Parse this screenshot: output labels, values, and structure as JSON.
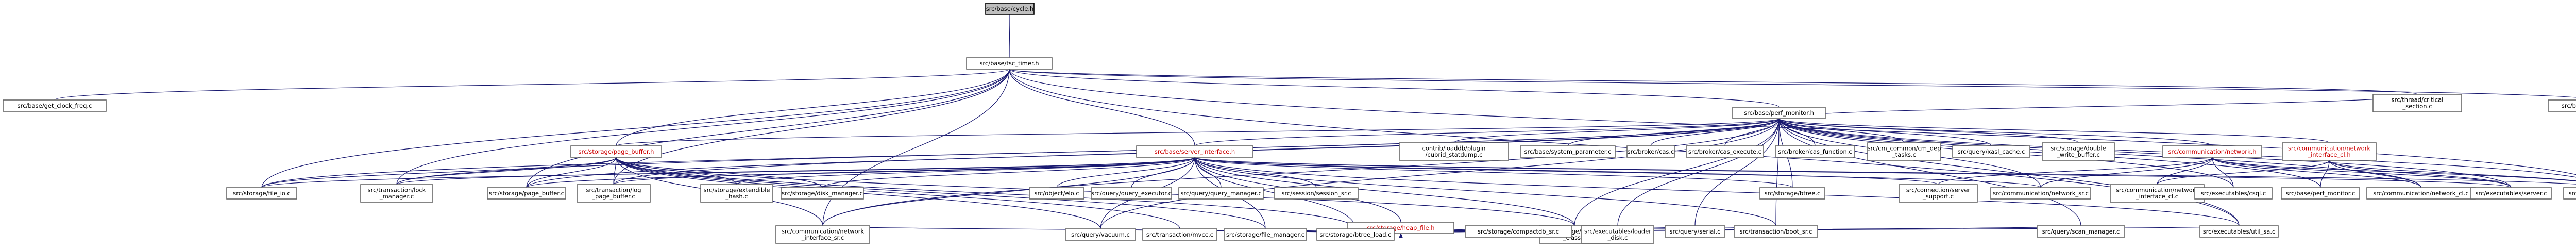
{
  "graph": {
    "colors": {
      "edge": "#191970",
      "node_border": "#666666",
      "root_fill": "#bfbfbf",
      "red_label": "#cc0000"
    },
    "nodes": [
      {
        "id": "n0",
        "lines": [
          "src/base/cycle.h"
        ],
        "root": true
      },
      {
        "id": "n1",
        "lines": [
          "src/base/tsc_timer.h"
        ]
      },
      {
        "id": "n2",
        "lines": [
          "src/base/get_clock_freq.c"
        ]
      },
      {
        "id": "n3",
        "lines": [
          "src/base/perf_monitor.h"
        ]
      },
      {
        "id": "n4",
        "lines": [
          "src/base/tsc_timer.c"
        ]
      },
      {
        "id": "n5",
        "lines": [
          "src/storage/page_buffer.h"
        ],
        "red": true
      },
      {
        "id": "n6",
        "lines": [
          "src/base/server_interface.h"
        ],
        "red": true
      },
      {
        "id": "n7",
        "lines": [
          "contrib/loaddb/plugin",
          "/cubrid_statdump.c"
        ]
      },
      {
        "id": "n8",
        "lines": [
          "src/base/system_parameter.c"
        ]
      },
      {
        "id": "n9",
        "lines": [
          "src/broker/cas.c"
        ]
      },
      {
        "id": "n10",
        "lines": [
          "src/broker/cas_execute.c"
        ]
      },
      {
        "id": "n11",
        "lines": [
          "src/broker/cas_function.c"
        ]
      },
      {
        "id": "n12",
        "lines": [
          "src/cm_common/cm_dep",
          "_tasks.c"
        ]
      },
      {
        "id": "n13",
        "lines": [
          "src/query/xasl_cache.c"
        ]
      },
      {
        "id": "n14",
        "lines": [
          "src/storage/double",
          "_write_buffer.c"
        ]
      },
      {
        "id": "n15",
        "lines": [
          "src/communication/network.h"
        ],
        "red": true
      },
      {
        "id": "n16",
        "lines": [
          "src/communication/network",
          "_interface_cl.h"
        ],
        "red": true
      },
      {
        "id": "n17",
        "lines": [
          "src/thread/critical",
          "_section.c"
        ]
      },
      {
        "id": "n18",
        "lines": [
          "src/storage/file_io.c"
        ]
      },
      {
        "id": "n19",
        "lines": [
          "src/transaction/lock",
          "_manager.c"
        ]
      },
      {
        "id": "n20",
        "lines": [
          "src/storage/page_buffer.c"
        ]
      },
      {
        "id": "n21",
        "lines": [
          "src/transaction/log",
          "_page_buffer.c"
        ]
      },
      {
        "id": "n22",
        "lines": [
          "src/storage/extendible",
          "_hash.c"
        ]
      },
      {
        "id": "n23",
        "lines": [
          "src/storage/disk_manager.c"
        ]
      },
      {
        "id": "n24",
        "lines": [
          "src/object/elo.c"
        ]
      },
      {
        "id": "n25",
        "lines": [
          "src/query/query_executor.c"
        ]
      },
      {
        "id": "n26",
        "lines": [
          "src/query/query_manager.c"
        ]
      },
      {
        "id": "n27",
        "lines": [
          "src/session/session_sr.c"
        ]
      },
      {
        "id": "n28",
        "lines": [
          "src/storage/heap_file.h"
        ],
        "red": true
      },
      {
        "id": "n29",
        "lines": [
          "src/storage/btree.c"
        ]
      },
      {
        "id": "n30",
        "lines": [
          "src/connection/server",
          "_support.c"
        ]
      },
      {
        "id": "n31",
        "lines": [
          "src/communication/network_sr.c"
        ]
      },
      {
        "id": "n32",
        "lines": [
          "src/communication/network",
          "_interface_cl.c"
        ]
      },
      {
        "id": "n33",
        "lines": [
          "src/executables/csql.c"
        ]
      },
      {
        "id": "n34",
        "lines": [
          "src/base/perf_monitor.c"
        ]
      },
      {
        "id": "n35",
        "lines": [
          "src/communication/network_cl.c"
        ]
      },
      {
        "id": "n36",
        "lines": [
          "src/executables/server.c"
        ]
      },
      {
        "id": "n37",
        "lines": [
          "src/transaction/boot_cl.c"
        ]
      },
      {
        "id": "n38",
        "lines": [
          "src/communication/network",
          "_interface_sr.c"
        ]
      },
      {
        "id": "n39",
        "lines": [
          "src/query/vacuum.c"
        ]
      },
      {
        "id": "n40",
        "lines": [
          "src/transaction/mvcc.c"
        ]
      },
      {
        "id": "n41",
        "lines": [
          "src/storage/file_manager.c"
        ]
      },
      {
        "id": "n42",
        "lines": [
          "src/storage/btree_load.c"
        ]
      },
      {
        "id": "n43",
        "lines": [
          "src/storage/catalog",
          "_class.c"
        ]
      },
      {
        "id": "n44",
        "lines": [
          "src/storage/compactdb_sr.c"
        ]
      },
      {
        "id": "n45",
        "lines": [
          "src/executables/loader",
          "_disk.c"
        ]
      },
      {
        "id": "n46",
        "lines": [
          "src/query/serial.c"
        ]
      },
      {
        "id": "n47",
        "lines": [
          "src/transaction/boot_sr.c"
        ]
      },
      {
        "id": "n48",
        "lines": [
          "src/query/scan_manager.c"
        ]
      },
      {
        "id": "n49",
        "lines": [
          "src/executables/util_sa.c"
        ]
      }
    ],
    "edges": [
      [
        "n0",
        "n1"
      ],
      [
        "n1",
        "n2"
      ],
      [
        "n1",
        "n3"
      ],
      [
        "n1",
        "n4"
      ],
      [
        "n1",
        "n5"
      ],
      [
        "n1",
        "n6"
      ],
      [
        "n1",
        "n18"
      ],
      [
        "n1",
        "n19"
      ],
      [
        "n1",
        "n20"
      ],
      [
        "n1",
        "n21"
      ],
      [
        "n1",
        "n17"
      ],
      [
        "n1",
        "n37"
      ],
      [
        "n1",
        "n38"
      ],
      [
        "n1",
        "n49"
      ],
      [
        "n3",
        "n5"
      ],
      [
        "n3",
        "n6"
      ],
      [
        "n3",
        "n7"
      ],
      [
        "n3",
        "n8"
      ],
      [
        "n3",
        "n9"
      ],
      [
        "n3",
        "n10"
      ],
      [
        "n3",
        "n11"
      ],
      [
        "n3",
        "n12"
      ],
      [
        "n3",
        "n13"
      ],
      [
        "n3",
        "n14"
      ],
      [
        "n3",
        "n15"
      ],
      [
        "n3",
        "n16"
      ],
      [
        "n3",
        "n17"
      ],
      [
        "n3",
        "n18"
      ],
      [
        "n3",
        "n19"
      ],
      [
        "n3",
        "n20"
      ],
      [
        "n3",
        "n21"
      ],
      [
        "n3",
        "n33"
      ],
      [
        "n3",
        "n34"
      ],
      [
        "n3",
        "n35"
      ],
      [
        "n3",
        "n36"
      ],
      [
        "n3",
        "n37"
      ],
      [
        "n3",
        "n38"
      ],
      [
        "n3",
        "n39"
      ],
      [
        "n3",
        "n43"
      ],
      [
        "n3",
        "n45"
      ],
      [
        "n3",
        "n46"
      ],
      [
        "n3",
        "n47"
      ],
      [
        "n3",
        "n48"
      ],
      [
        "n3",
        "n49"
      ],
      [
        "n3",
        "n29"
      ],
      [
        "n3",
        "n31"
      ],
      [
        "n5",
        "n18"
      ],
      [
        "n5",
        "n19"
      ],
      [
        "n5",
        "n20"
      ],
      [
        "n5",
        "n21"
      ],
      [
        "n5",
        "n22"
      ],
      [
        "n5",
        "n23"
      ],
      [
        "n5",
        "n38"
      ],
      [
        "n5",
        "n39"
      ],
      [
        "n5",
        "n40"
      ],
      [
        "n5",
        "n41"
      ],
      [
        "n5",
        "n42"
      ],
      [
        "n5",
        "n43"
      ],
      [
        "n6",
        "n18"
      ],
      [
        "n6",
        "n19"
      ],
      [
        "n6",
        "n20"
      ],
      [
        "n6",
        "n21"
      ],
      [
        "n6",
        "n22"
      ],
      [
        "n6",
        "n23"
      ],
      [
        "n6",
        "n24"
      ],
      [
        "n6",
        "n25"
      ],
      [
        "n6",
        "n26"
      ],
      [
        "n6",
        "n27"
      ],
      [
        "n6",
        "n28"
      ],
      [
        "n6",
        "n29"
      ],
      [
        "n6",
        "n30"
      ],
      [
        "n6",
        "n31"
      ],
      [
        "n6",
        "n36"
      ],
      [
        "n6",
        "n37"
      ],
      [
        "n6",
        "n38"
      ],
      [
        "n6",
        "n39"
      ],
      [
        "n6",
        "n41"
      ],
      [
        "n6",
        "n42"
      ],
      [
        "n6",
        "n43"
      ],
      [
        "n6",
        "n47"
      ],
      [
        "n6",
        "n49"
      ],
      [
        "n15",
        "n30"
      ],
      [
        "n15",
        "n31"
      ],
      [
        "n15",
        "n32"
      ],
      [
        "n15",
        "n33"
      ],
      [
        "n15",
        "n35"
      ],
      [
        "n15",
        "n36"
      ],
      [
        "n15",
        "n37"
      ],
      [
        "n16",
        "n32"
      ],
      [
        "n16",
        "n34"
      ],
      [
        "n16",
        "n35"
      ],
      [
        "n16",
        "n36"
      ],
      [
        "n16",
        "n37"
      ],
      [
        "n28",
        "n38"
      ],
      [
        "n28",
        "n39"
      ],
      [
        "n28",
        "n40"
      ],
      [
        "n28",
        "n41"
      ],
      [
        "n28",
        "n42"
      ],
      [
        "n28",
        "n43"
      ],
      [
        "n28",
        "n44"
      ],
      [
        "n28",
        "n45"
      ],
      [
        "n28",
        "n46"
      ],
      [
        "n28",
        "n47"
      ],
      [
        "n28",
        "n48"
      ],
      [
        "n28",
        "n49"
      ]
    ]
  }
}
